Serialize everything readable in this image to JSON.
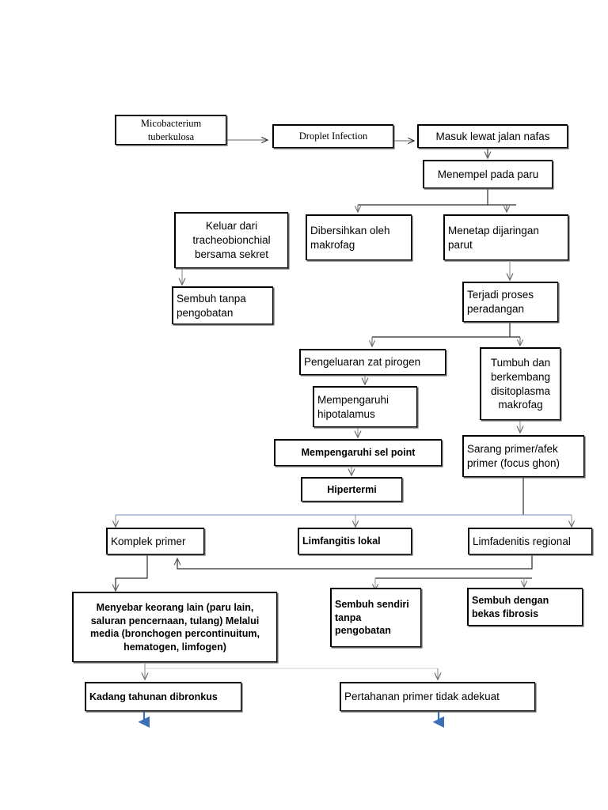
{
  "diagram": {
    "title": "Patofisiologi Tuberkulosis (TB) Flowchart",
    "theme": {
      "background": "#ffffff",
      "box_border": "#000000",
      "box_fill": "#ffffff",
      "connector": "#595959",
      "connector_blue": "#4472a8",
      "blue_arrow": "#3b6fb6",
      "text": "#000000"
    },
    "nodes": [
      {
        "id": "micobacterium",
        "label": "Micobacterium\ntuberkulosa"
      },
      {
        "id": "droplet",
        "label": "Droplet Infection"
      },
      {
        "id": "masuk",
        "label": "Masuk lewat jalan nafas"
      },
      {
        "id": "menempel",
        "label": "Menempel pada paru"
      },
      {
        "id": "keluar",
        "label": "Keluar dari\ntracheobionchial\nbersama sekret"
      },
      {
        "id": "dibersihkan",
        "label": "Dibersihkan oleh\nmakrofag"
      },
      {
        "id": "menetap",
        "label": "Menetap dijaringan\nparut"
      },
      {
        "id": "sembuh-tanpa",
        "label": "Sembuh tanpa\npengobatan"
      },
      {
        "id": "terjadi-proses",
        "label": "Terjadi proses\nperadangan"
      },
      {
        "id": "pengeluaran",
        "label": "Pengeluaran zat pirogen"
      },
      {
        "id": "tumbuh",
        "label": "Tumbuh dan\nberkembang\ndisitoplasma\nmakrofag"
      },
      {
        "id": "hipotalamus",
        "label": "Mempengaruhi\nhipotalamus"
      },
      {
        "id": "sarang",
        "label": "Sarang primer/afek\nprimer (focus ghon)"
      },
      {
        "id": "sel-point",
        "label": "Mempengaruhi sel point"
      },
      {
        "id": "hipertermi",
        "label": "Hipertermi"
      },
      {
        "id": "komplek",
        "label": "Komplek primer"
      },
      {
        "id": "limfangitis",
        "label": "Limfangitis lokal"
      },
      {
        "id": "limfadenitis",
        "label": "Limfadenitis regional"
      },
      {
        "id": "menyebar",
        "label": "Menyebar keorang lain (paru lain,\nsaluran pencernaan, tulang) Melalui\nmedia (bronchogen percontinuitum,\nhematogen, limfogen)"
      },
      {
        "id": "sembuh-sendiri",
        "label": "Sembuh sendiri\ntanpa pengobatan"
      },
      {
        "id": "sembuh-fibrosis",
        "label": "Sembuh dengan\nbekas fibrosis"
      },
      {
        "id": "kadang",
        "label": "Kadang tahunan dibronkus"
      },
      {
        "id": "pertahanan",
        "label": "Pertahanan primer tidak adekuat"
      }
    ]
  }
}
